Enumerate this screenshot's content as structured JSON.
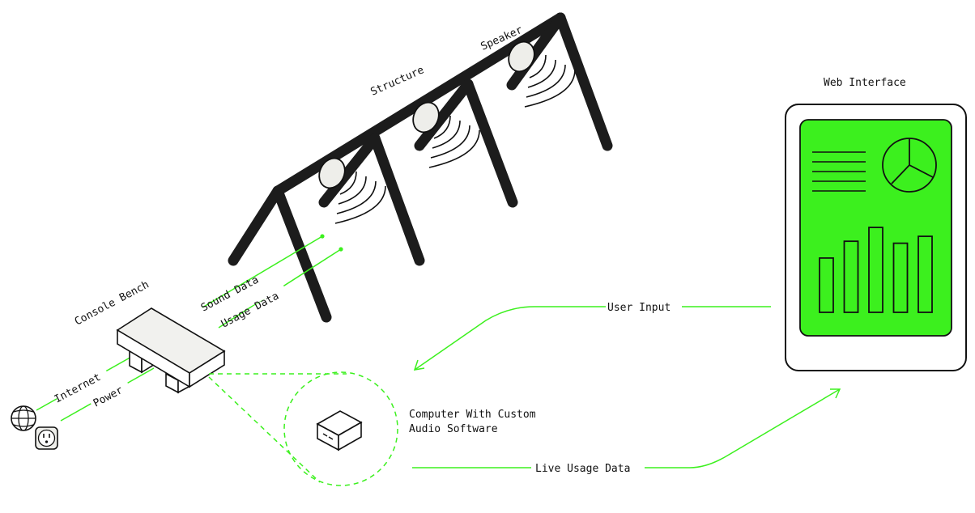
{
  "labels": {
    "structure": "Structure",
    "speaker": "Speaker",
    "console_bench": "Console Bench",
    "sound_data": "Sound Data",
    "usage_data": "Usage Data",
    "internet": "Internet",
    "power": "Power",
    "computer_line1": "Computer With Custom",
    "computer_line2": "Audio Software",
    "web_interface": "Web Interface",
    "user_input": "User Input",
    "live_usage_data": "Live Usage Data"
  },
  "colors": {
    "accent_green": "#3cf01e",
    "structure_black": "#1c1c1c",
    "bench_fill": "#f1f1ee",
    "speaker_fill": "#eeeeea"
  },
  "icons": [
    "globe-icon",
    "power-outlet-icon",
    "computer-box-icon",
    "pie-chart-icon",
    "bar-chart-icon",
    "text-lines-icon"
  ],
  "web_interface_panel": {
    "bar_levels": [
      0.55,
      0.72,
      0.86,
      0.7,
      0.77
    ]
  }
}
